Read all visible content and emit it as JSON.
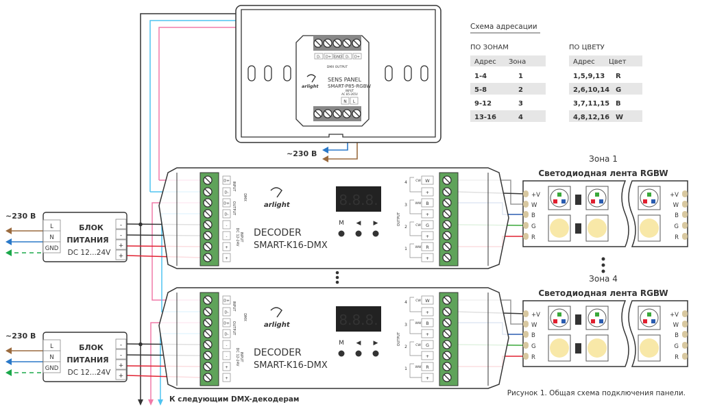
{
  "panel": {
    "dmx_terminals": [
      "D-",
      "D+",
      "GND",
      "D-",
      "D+"
    ],
    "dmx_output_label": "DMX OUTPUT",
    "brand": "arlight",
    "title": "SENS PANEL",
    "model": "SMART-P85-RGBW",
    "input_label": "INPUT",
    "input_spec": "AC 85-265V",
    "input_terminals": [
      "N",
      "L"
    ],
    "mains_label": "~230 В"
  },
  "addressing": {
    "title": "Схема адресации",
    "by_zone": {
      "title": "ПО ЗОНАМ",
      "headers": [
        "Адрес",
        "Зона"
      ],
      "rows": [
        [
          "1-4",
          "1"
        ],
        [
          "5-8",
          "2"
        ],
        [
          "9-12",
          "3"
        ],
        [
          "13-16",
          "4"
        ]
      ]
    },
    "by_color": {
      "title": "ПО ЦВЕТУ",
      "headers": [
        "Адрес",
        "Цвет"
      ],
      "rows": [
        [
          "1,5,9,13",
          "R"
        ],
        [
          "2,6,10,14",
          "G"
        ],
        [
          "3,7,11,15",
          "B"
        ],
        [
          "4,8,12,16",
          "W"
        ]
      ]
    }
  },
  "psu": {
    "mains_label": "~230 В",
    "terminals_in": [
      "L",
      "N",
      "GND"
    ],
    "title_line1": "БЛОК",
    "title_line2": "ПИТАНИЯ",
    "spec": "DC 12...24V",
    "terminals_out": [
      "-",
      "-",
      "+",
      "+"
    ]
  },
  "decoder": {
    "brand": "arlight",
    "title": "DECODER",
    "model": "SMART-K16-DMX",
    "display": "8.8.8.",
    "buttons": [
      "M",
      "◀",
      "▶"
    ],
    "left_terminals": [
      "D+",
      "D-",
      "D+",
      "D-",
      "-",
      "-",
      "+",
      "+"
    ],
    "left_labels": [
      "INPUT",
      "DMX",
      "OUTPUT",
      "INPUT",
      "DC 12-24V"
    ],
    "right_terminals": [
      "W",
      "+",
      "B",
      "+",
      "G",
      "+",
      "R",
      "+"
    ],
    "right_sublabels": [
      "CW",
      "WW",
      "CW",
      "WW"
    ],
    "channel_numbers": [
      "4",
      "3",
      "2",
      "1"
    ],
    "output_label": "OUTPUT"
  },
  "zones": [
    {
      "zone": "Зона 1",
      "strip": "Светодиодная лента RGBW"
    },
    {
      "zone": "Зона 4",
      "strip": "Светодиодная лента RGBW"
    }
  ],
  "strip_pins": [
    "+V",
    "W",
    "B",
    "G",
    "R"
  ],
  "next_decoders_label": "К следующим DMX-декодерам",
  "caption": "Рисунок 1. Общая схема подключения панели.",
  "colors": {
    "terminal_green": "#5fa35a",
    "wire_black": "#333333",
    "wire_blue_dmx": "#4fc3f0",
    "wire_pink_dmx": "#f07aa8",
    "wire_red": "#e02030",
    "wire_blue": "#2a5cb0",
    "wire_green": "#3aa83a",
    "wire_gray": "#999999",
    "wire_brown": "#9a6a3e",
    "mains_blue": "#2a78c8",
    "gnd_green": "#1aa84a",
    "table_gray": "#e6e6e6",
    "led_white": "#f8e8a8"
  }
}
